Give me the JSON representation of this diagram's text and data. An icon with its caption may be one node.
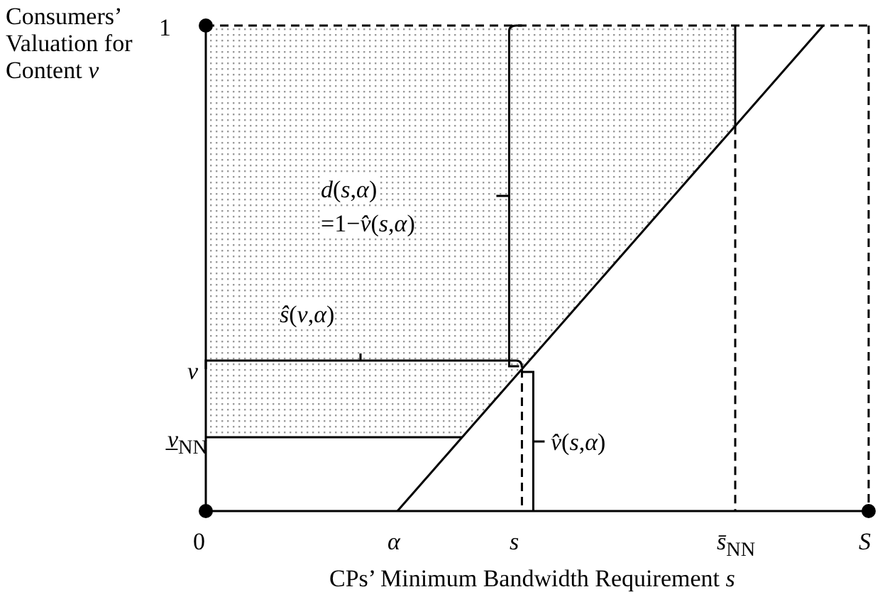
{
  "diagram": {
    "labels": [
      "Consumers’ Valuation for Content *v*",
      "1",
      "*d*(*s*,*α*)",
      "=1−*v̂*(*s*,*α*)",
      "*ŝ*(*v*,*α*)",
      "*v*",
      "*v̲*$_{NN}$",
      "*v̂*(*s*,*α*)",
      "0",
      "*α*",
      "*s*",
      "*s̄*$_{NN}$",
      "*S*",
      "CPs’ Minimum Bandwidth Requirement *s*"
    ]
  }
}
